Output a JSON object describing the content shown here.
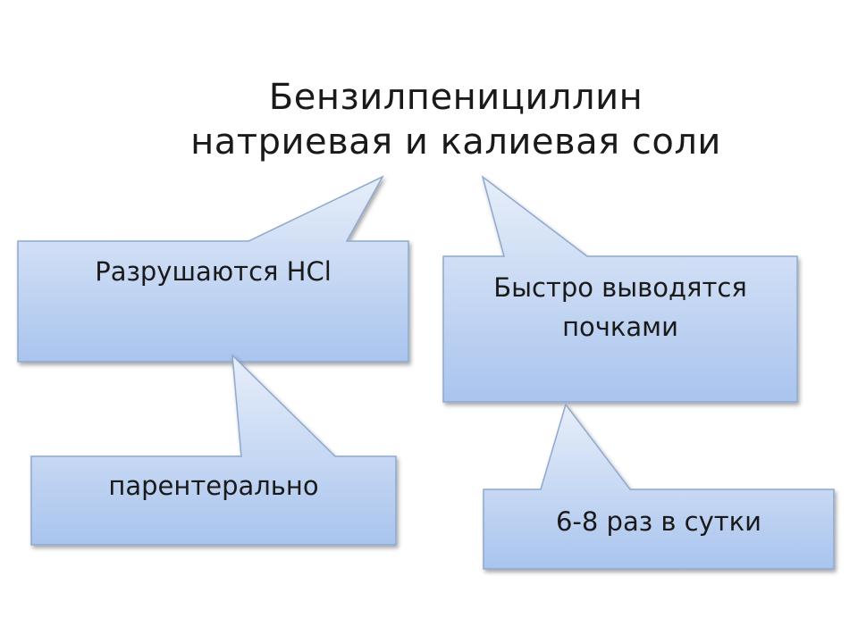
{
  "title": {
    "line1": "Бензилпенициллин",
    "line2": "натриевая и калиевая соли"
  },
  "callouts": {
    "hcl": "Разрушаются HCl",
    "kidneys_line1": "Быстро выводятся",
    "kidneys_line2": "почками",
    "parenteral": "парентерально",
    "frequency": "6-8 раз в сутки"
  },
  "colors": {
    "fill_top": "#e7eef9",
    "fill_bottom": "#a9c4ee",
    "outline": "#8ea8cf",
    "text": "#1a1a1a"
  }
}
